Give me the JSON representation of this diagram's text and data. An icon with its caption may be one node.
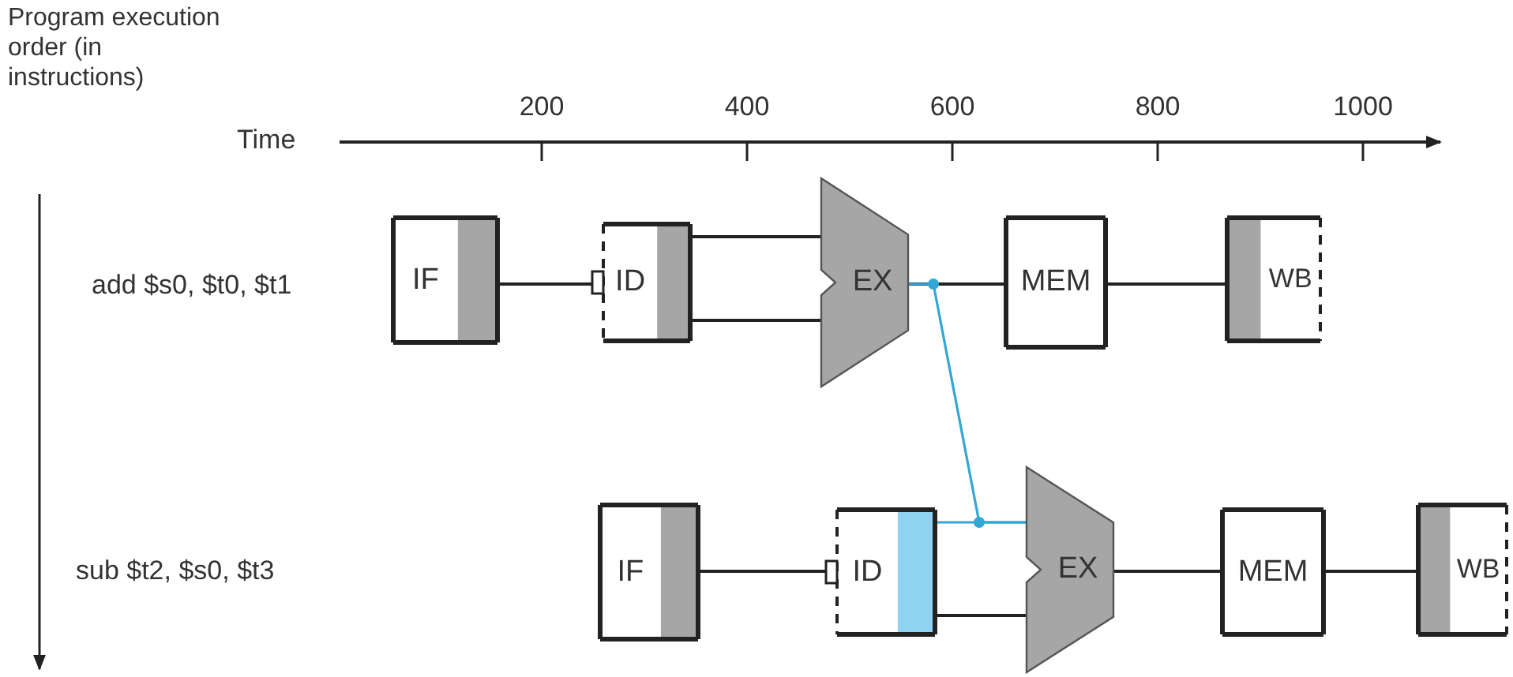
{
  "diagram": {
    "nodes": [
      {
        "text": [
          "IF"
        ]
      },
      {
        "text": [
          "ID"
        ]
      },
      {
        "text": [
          "EX"
        ]
      },
      {
        "text": [
          "MEM"
        ]
      },
      {
        "text": [
          "WB"
        ]
      },
      {
        "text": [
          "IF"
        ]
      },
      {
        "text": [
          "ID"
        ]
      },
      {
        "text": [
          "EX"
        ]
      },
      {
        "text": [
          "MEM"
        ]
      },
      {
        "text": [
          "WB"
        ]
      }
    ],
    "edges": [
      {
        "from": 0,
        "to": 1,
        "arrow": "none"
      },
      {
        "from": 1,
        "to": 2,
        "arrow": "none"
      },
      {
        "from": 1,
        "to": 2,
        "arrow": "none"
      },
      {
        "from": 2,
        "to": 3,
        "arrow": "none"
      },
      {
        "from": 3,
        "to": 4,
        "arrow": "none"
      },
      {
        "from": 2,
        "to": 7,
        "arrow": "none",
        "color": "#33a6d6"
      },
      {
        "from": 5,
        "to": 6,
        "arrow": "none"
      },
      {
        "from": 6,
        "to": 7,
        "arrow": "none",
        "color": "#33a6d6"
      },
      {
        "from": 6,
        "to": 7,
        "arrow": "none"
      },
      {
        "from": 7,
        "to": 8,
        "arrow": "none"
      },
      {
        "from": 8,
        "to": 9,
        "arrow": "none"
      }
    ],
    "labels": [
      "Program execution order (in instructions)",
      "Time",
      "200",
      "400",
      "600",
      "800",
      "1000",
      "add $s0, $t0, $t1",
      "sub $t2, $s0, $t3"
    ]
  }
}
